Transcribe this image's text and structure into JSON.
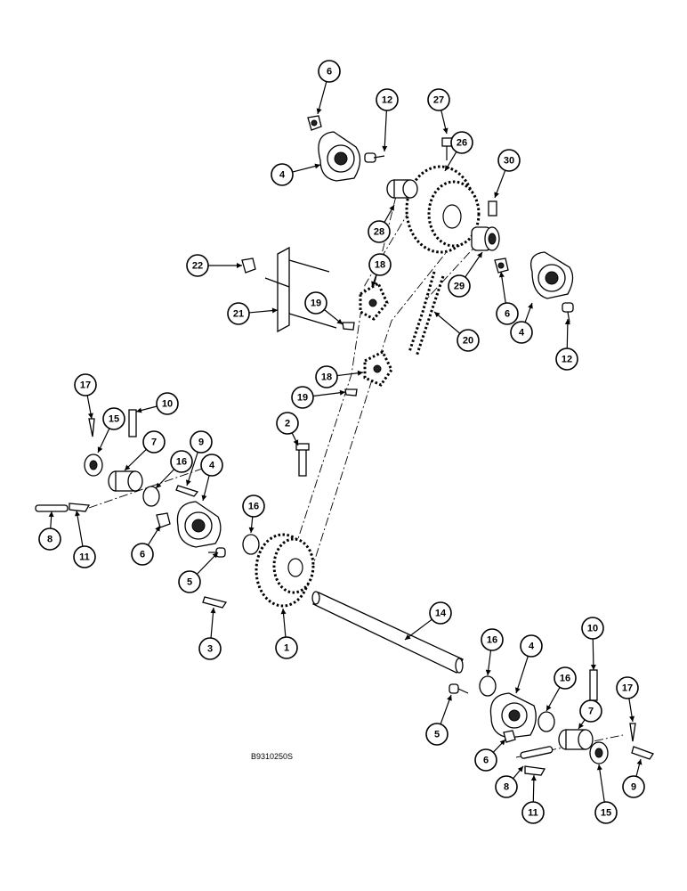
{
  "drawing_code": "B9310250S",
  "callouts": [
    "6",
    "12",
    "27",
    "4",
    "26",
    "30",
    "28",
    "22",
    "18",
    "29",
    "21",
    "19",
    "6",
    "20",
    "4",
    "12",
    "18",
    "19",
    "17",
    "10",
    "15",
    "2",
    "7",
    "9",
    "16",
    "4",
    "8",
    "11",
    "16",
    "6",
    "5",
    "3",
    "1",
    "14",
    "16",
    "4",
    "10",
    "17",
    "7",
    "16",
    "5",
    "6",
    "8",
    "9",
    "11",
    "15"
  ]
}
